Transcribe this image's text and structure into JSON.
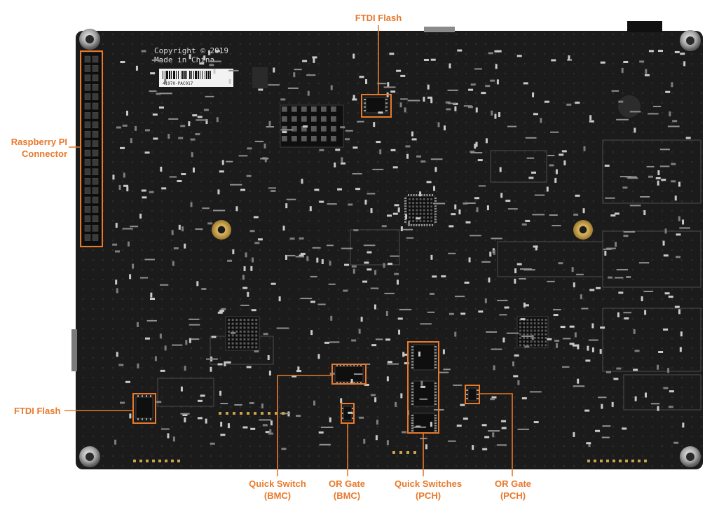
{
  "board": {
    "silkscreen_line1": "Copyright © 2019",
    "silkscreen_line2": "Made in China",
    "sticker_text": "41970-PAC017"
  },
  "callouts": {
    "ftdi_flash_top": "FTDI Flash",
    "raspberry_pi_line1": "Raspberry PI",
    "raspberry_pi_line2": "Connector",
    "ftdi_flash_left": "FTDI Flash",
    "quick_switch_bmc_line1": "Quick Switch",
    "quick_switch_bmc_line2": "(BMC)",
    "or_gate_bmc_line1": "OR Gate",
    "or_gate_bmc_line2": "(BMC)",
    "quick_switches_pch_line1": "Quick Switches",
    "quick_switches_pch_line2": "(PCH)",
    "or_gate_pch_line1": "OR Gate",
    "or_gate_pch_line2": "(PCH)"
  },
  "colors": {
    "callout": "#e8792b",
    "pcb": "#1b1b1b",
    "silkscreen": "#d9d9d9",
    "gold_pad": "#c9a24a"
  }
}
